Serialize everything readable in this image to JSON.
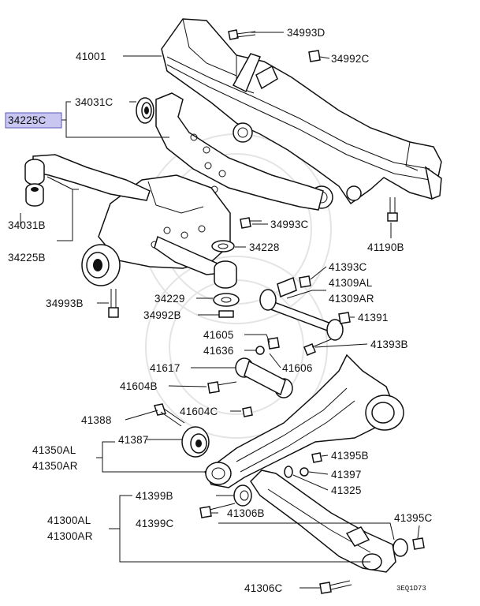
{
  "diagram": {
    "highlight_color": "#c9c7f2",
    "labels": {
      "p34993D": "34993D",
      "p41001": "41001",
      "p34992C": "34992C",
      "p34031C": "34031C",
      "p34225C": "34225C",
      "p34031B": "34031B",
      "p34225B": "34225B",
      "p34993C": "34993C",
      "p41190B": "41190B",
      "p34228": "34228",
      "p41393C": "41393C",
      "p41309AL": "41309AL",
      "p41309AR": "41309AR",
      "p34229": "34229",
      "p34993B": "34993B",
      "p34992B": "34992B",
      "p41391": "41391",
      "p41605": "41605",
      "p41393B": "41393B",
      "p41636": "41636",
      "p41606": "41606",
      "p41617": "41617",
      "p41604B": "41604B",
      "p41604C": "41604C",
      "p41388": "41388",
      "p41387": "41387",
      "p41350AL": "41350AL",
      "p41350AR": "41350AR",
      "p41395B": "41395B",
      "p41397": "41397",
      "p41325": "41325",
      "p41399B": "41399B",
      "p41306B": "41306B",
      "p41300AL": "41300AL",
      "p41300AR": "41300AR",
      "p41399C": "41399C",
      "p41395C": "41395C",
      "p41306C": "41306C"
    },
    "drawing_code": "3EQ1D73"
  }
}
